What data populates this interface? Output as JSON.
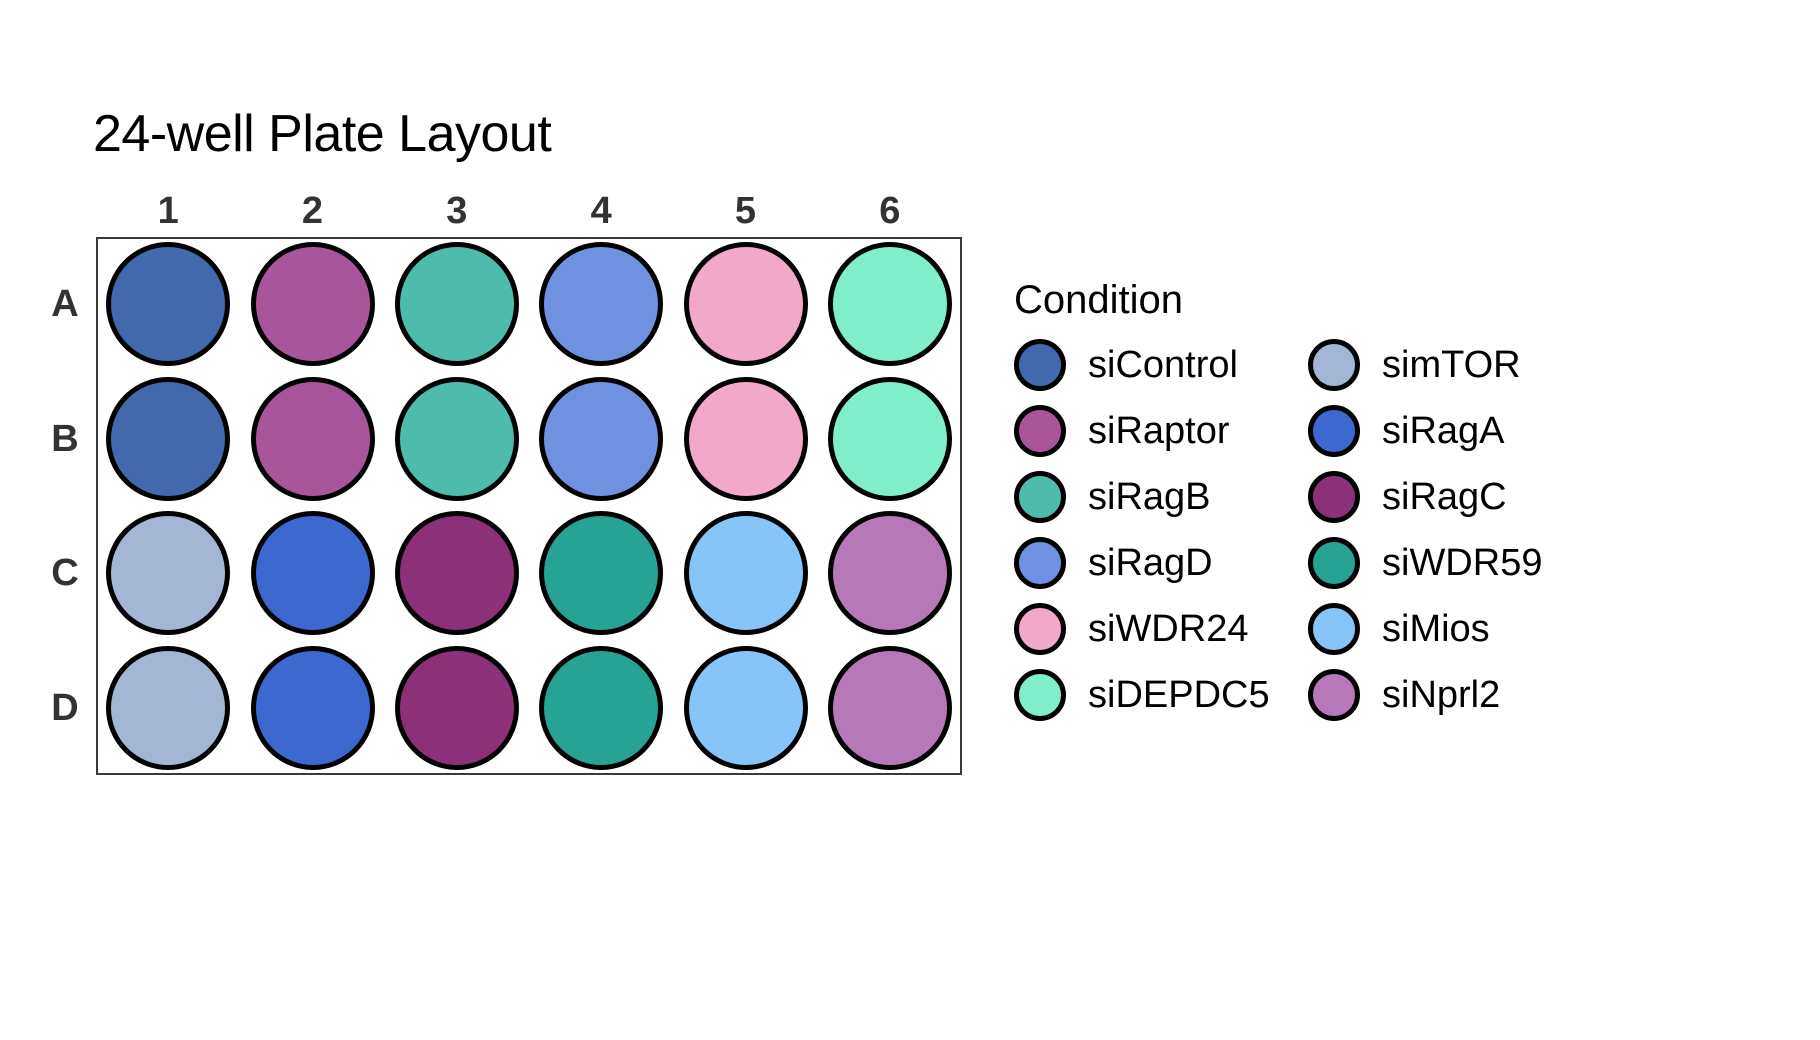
{
  "title": "24-well Plate Layout",
  "plate": {
    "column_headers": [
      "1",
      "2",
      "3",
      "4",
      "5",
      "6"
    ],
    "row_headers": [
      "A",
      "B",
      "C",
      "D"
    ],
    "rows": 4,
    "columns": 6,
    "wells": [
      {
        "id": "A1",
        "row": "A",
        "column": "1",
        "condition": "siControl",
        "color": "#4269ab"
      },
      {
        "id": "A2",
        "row": "A",
        "column": "2",
        "condition": "siRaptor",
        "color": "#a9559c"
      },
      {
        "id": "A3",
        "row": "A",
        "column": "3",
        "condition": "siRagB",
        "color": "#4ebcab"
      },
      {
        "id": "A4",
        "row": "A",
        "column": "4",
        "condition": "siRagD",
        "color": "#6e92df"
      },
      {
        "id": "A5",
        "row": "A",
        "column": "5",
        "condition": "siWDR24",
        "color": "#f2a8c8"
      },
      {
        "id": "A6",
        "row": "A",
        "column": "6",
        "condition": "siDEPDC5",
        "color": "#7eeecb"
      },
      {
        "id": "B1",
        "row": "B",
        "column": "1",
        "condition": "siControl",
        "color": "#4269ab"
      },
      {
        "id": "B2",
        "row": "B",
        "column": "2",
        "condition": "siRaptor",
        "color": "#a9559c"
      },
      {
        "id": "B3",
        "row": "B",
        "column": "3",
        "condition": "siRagB",
        "color": "#4ebcab"
      },
      {
        "id": "B4",
        "row": "B",
        "column": "4",
        "condition": "siRagD",
        "color": "#6e92df"
      },
      {
        "id": "B5",
        "row": "B",
        "column": "5",
        "condition": "siWDR24",
        "color": "#f2a8c8"
      },
      {
        "id": "B6",
        "row": "B",
        "column": "6",
        "condition": "siDEPDC5",
        "color": "#7eeecb"
      },
      {
        "id": "C1",
        "row": "C",
        "column": "1",
        "condition": "simTOR",
        "color": "#a3b7d4"
      },
      {
        "id": "C2",
        "row": "C",
        "column": "2",
        "condition": "siRagA",
        "color": "#3d68cf"
      },
      {
        "id": "C3",
        "row": "C",
        "column": "3",
        "condition": "siRagC",
        "color": "#8c3179"
      },
      {
        "id": "C4",
        "row": "C",
        "column": "4",
        "condition": "siWDR59",
        "color": "#26a392"
      },
      {
        "id": "C5",
        "row": "C",
        "column": "5",
        "condition": "siMios",
        "color": "#87c5f8"
      },
      {
        "id": "C6",
        "row": "C",
        "column": "6",
        "condition": "siNprl2",
        "color": "#b778b9"
      },
      {
        "id": "D1",
        "row": "D",
        "column": "1",
        "condition": "simTOR",
        "color": "#a3b7d4"
      },
      {
        "id": "D2",
        "row": "D",
        "column": "2",
        "condition": "siRagA",
        "color": "#3d68cf"
      },
      {
        "id": "D3",
        "row": "D",
        "column": "3",
        "condition": "siRagC",
        "color": "#8c3179"
      },
      {
        "id": "D4",
        "row": "D",
        "column": "4",
        "condition": "siWDR59",
        "color": "#26a392"
      },
      {
        "id": "D5",
        "row": "D",
        "column": "5",
        "condition": "siMios",
        "color": "#87c5f8"
      },
      {
        "id": "D6",
        "row": "D",
        "column": "6",
        "condition": "siNprl2",
        "color": "#b778b9"
      }
    ]
  },
  "legend": {
    "title": "Condition",
    "columns": [
      {
        "items": [
          {
            "label": "siControl",
            "color": "#4269ab"
          },
          {
            "label": "siRaptor",
            "color": "#a9559c"
          },
          {
            "label": "siRagB",
            "color": "#4ebcab"
          },
          {
            "label": "siRagD",
            "color": "#6e92df"
          },
          {
            "label": "siWDR24",
            "color": "#f2a8c8"
          },
          {
            "label": "siDEPDC5",
            "color": "#7eeecb"
          }
        ]
      },
      {
        "items": [
          {
            "label": "simTOR",
            "color": "#a3b7d4"
          },
          {
            "label": "siRagA",
            "color": "#3d68cf"
          },
          {
            "label": "siRagC",
            "color": "#8c3179"
          },
          {
            "label": "siWDR59",
            "color": "#26a392"
          },
          {
            "label": "siMios",
            "color": "#87c5f8"
          },
          {
            "label": "siNprl2",
            "color": "#b778b9"
          }
        ]
      }
    ]
  },
  "chart_data": {
    "type": "table",
    "title": "24-well Plate Layout",
    "categories": [
      "1",
      "2",
      "3",
      "4",
      "5",
      "6"
    ],
    "row_categories": [
      "A",
      "B",
      "C",
      "D"
    ],
    "legend_title": "Condition",
    "legend_position": "right",
    "grid": false,
    "series": [
      {
        "name": "A",
        "values": [
          "siControl",
          "siRaptor",
          "siRagB",
          "siRagD",
          "siWDR24",
          "siDEPDC5"
        ]
      },
      {
        "name": "B",
        "values": [
          "siControl",
          "siRaptor",
          "siRagB",
          "siRagD",
          "siWDR24",
          "siDEPDC5"
        ]
      },
      {
        "name": "C",
        "values": [
          "simTOR",
          "siRagA",
          "siRagC",
          "siWDR59",
          "siMios",
          "siNprl2"
        ]
      },
      {
        "name": "D",
        "values": [
          "simTOR",
          "siRagA",
          "siRagC",
          "siWDR59",
          "siMios",
          "siNprl2"
        ]
      }
    ],
    "color_map": {
      "siControl": "#4269ab",
      "siRaptor": "#a9559c",
      "siRagB": "#4ebcab",
      "siRagD": "#6e92df",
      "siWDR24": "#f2a8c8",
      "siDEPDC5": "#7eeecb",
      "simTOR": "#a3b7d4",
      "siRagA": "#3d68cf",
      "siRagC": "#8c3179",
      "siWDR59": "#26a392",
      "siMios": "#87c5f8",
      "siNprl2": "#b778b9"
    }
  }
}
